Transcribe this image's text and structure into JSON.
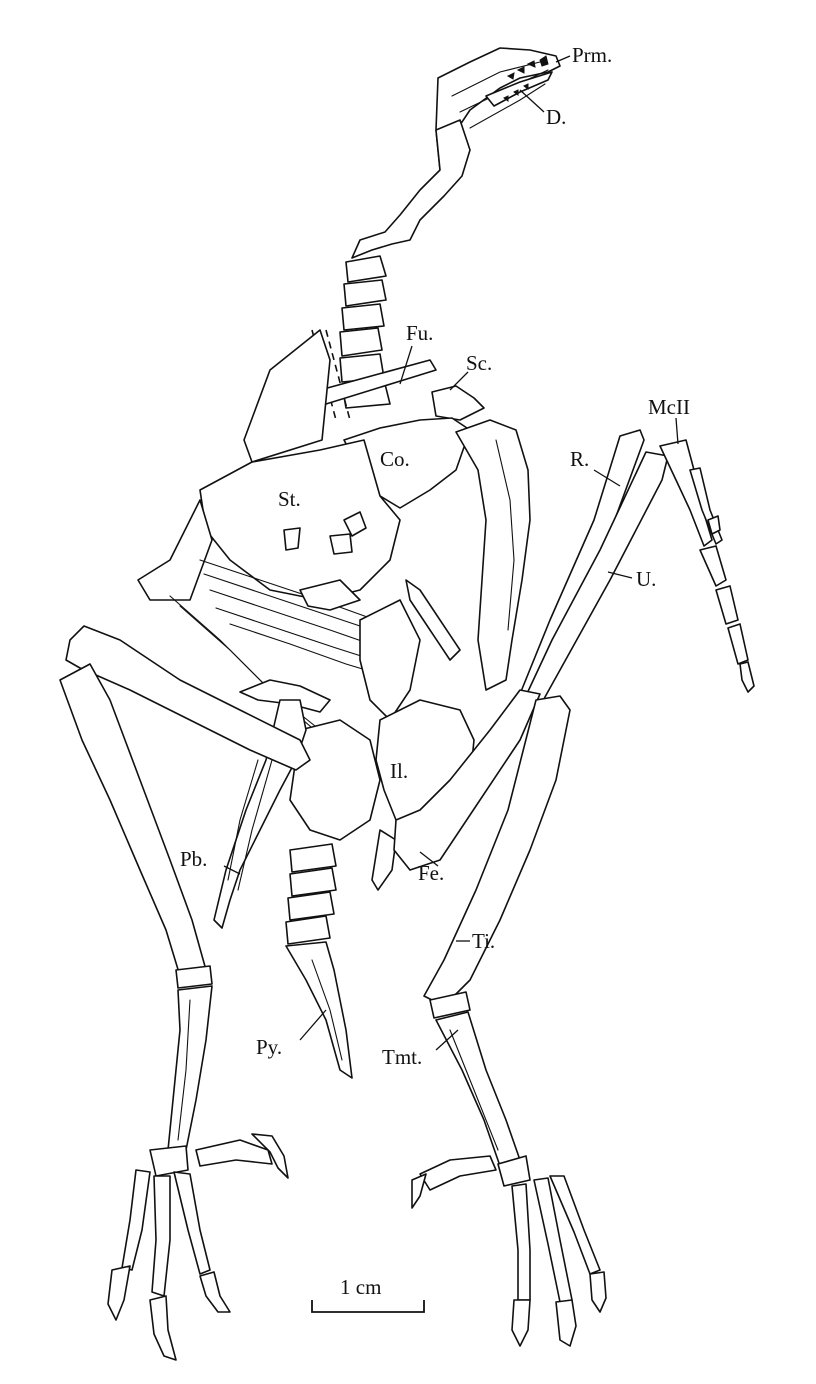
{
  "labels": {
    "prm": "Prm.",
    "d": "D.",
    "fu": "Fu.",
    "sc": "Sc.",
    "mcii": "McII",
    "r": "R.",
    "co": "Co.",
    "st": "St.",
    "u": "U.",
    "il": "Il.",
    "pb": "Pb.",
    "fe": "Fe.",
    "ti": "Ti.",
    "py": "Py.",
    "tmt": "Tmt."
  },
  "scale_bar": {
    "label": "1 cm"
  },
  "colors": {
    "ink": "#111111",
    "paper": "#ffffff"
  }
}
